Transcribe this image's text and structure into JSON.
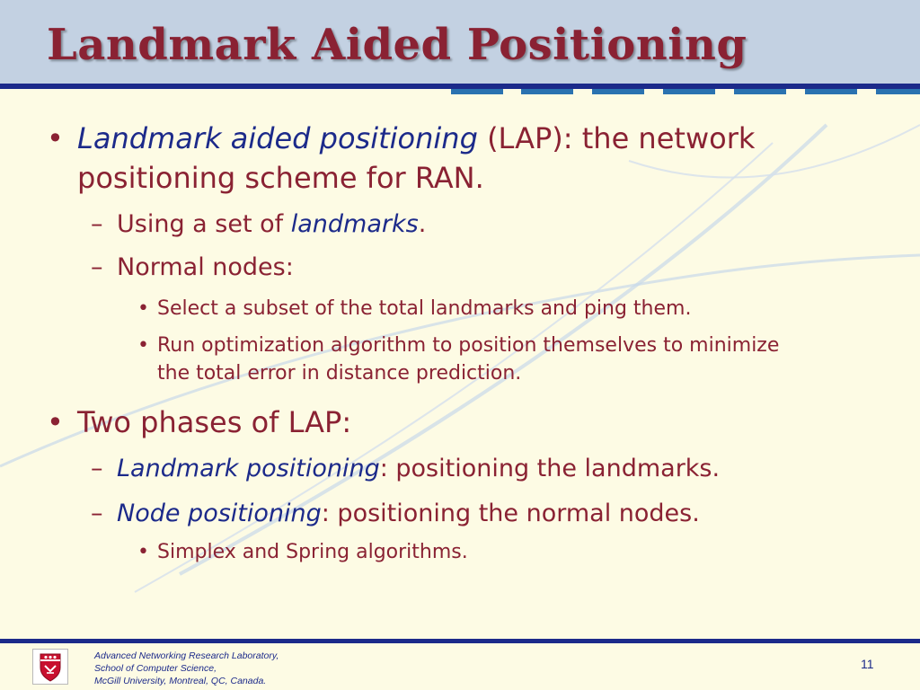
{
  "slide": {
    "title": "Landmark Aided Positioning",
    "bullets": [
      {
        "emphasis": "Landmark aided positioning",
        "text": " (LAP): the network",
        "continuation": "positioning scheme for RAN.",
        "subs": [
          {
            "text": "Using a set of ",
            "emphasis": "landmarks",
            "suffix": "."
          },
          {
            "text": "Normal nodes:",
            "subs": [
              {
                "text": "Select a subset of the total landmarks and ping them."
              },
              {
                "text": "Run optimization algorithm to position themselves to minimize",
                "continuation": "the total error in distance prediction."
              }
            ]
          }
        ]
      },
      {
        "text": "Two phases of LAP:",
        "subs": [
          {
            "emphasis": "Landmark positioning",
            "text": ": positioning the landmarks."
          },
          {
            "emphasis": "Node positioning",
            "text": ": positioning the normal nodes.",
            "subs": [
              {
                "text": "Simplex and Spring algorithms."
              }
            ]
          }
        ]
      }
    ]
  },
  "markers": {
    "l1": "•",
    "l2": "–",
    "l3": "•"
  },
  "footer": {
    "lines": [
      "Advanced Networking Research Laboratory,",
      "School of Computer Science,",
      "McGill University, Montreal, QC, Canada."
    ],
    "page_number": "11"
  },
  "colors": {
    "title": "#8a2233",
    "body_text": "#8a2233",
    "emphasis": "#1c2a8a",
    "header_band": "#c3d1e2",
    "background": "#fdfbe4",
    "rule": "#1c2a8a",
    "rule_dashes": "#2a72b0"
  },
  "icons": {
    "logo": "mcgill-crest-icon"
  }
}
